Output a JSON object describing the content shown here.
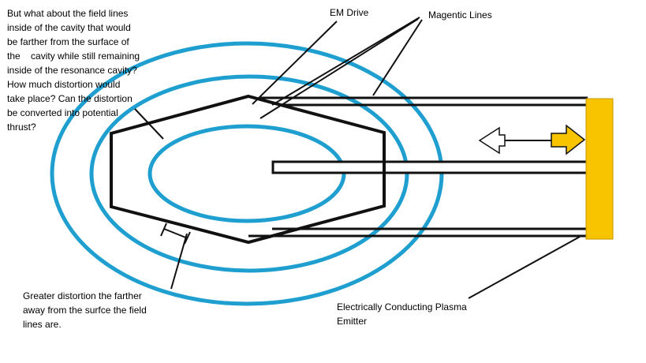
{
  "question_note": {
    "lines": [
      "But what about the field lines",
      "inside of the cavity that would",
      "be farther from the surface of",
      "the    cavity while still remaining",
      "inside of the resonance cavity?",
      "How much distortion would",
      "take place? Can the distortion",
      "be converted into potential",
      "thrust?"
    ]
  },
  "labels": {
    "em_drive": "EM Drive",
    "magnetic_lines": "Magentic Lines",
    "distortion_note": [
      "Greater distortion the farther",
      "away from the surfce the field",
      "lines are."
    ],
    "emitter": [
      "Electrically Conducting Plasma",
      "Emitter"
    ]
  },
  "colors": {
    "field_line": "#1e9fd0",
    "outline": "#111111",
    "emitter_plate": "#f8c400",
    "emitter_plate_edge": "#c89400",
    "arrow_fill": "#f8c400",
    "arrow_hollow": "#ffffff"
  }
}
